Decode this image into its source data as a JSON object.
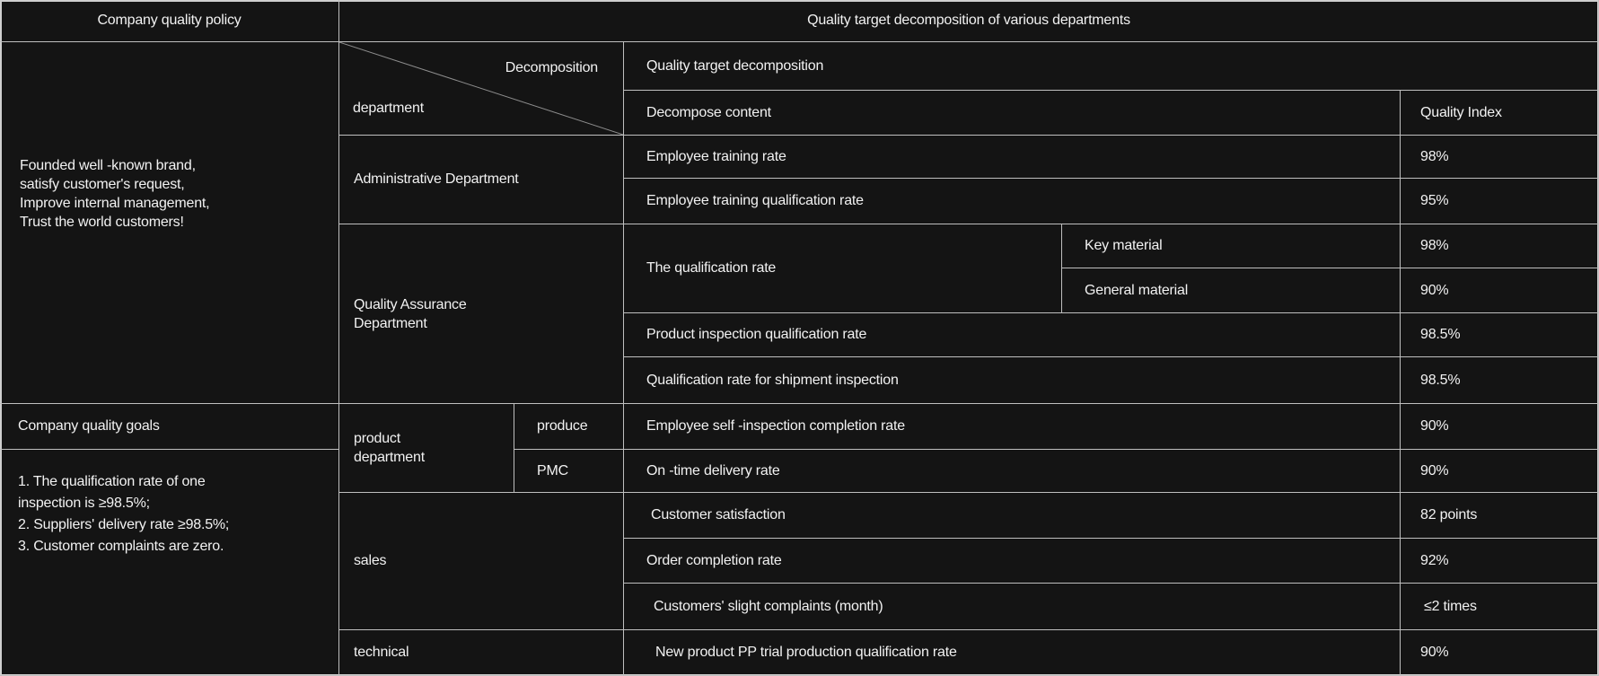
{
  "title_row": {
    "left": "Company quality policy",
    "right": "Quality target decomposition of various departments"
  },
  "left_panel": {
    "policy_text": "Founded well -known brand,\nsatisfy customer's request,\nImprove internal management,\nTrust the world customers!",
    "goals_title": "Company quality goals",
    "goals_text": "1. The qualification rate of one\ninspection is ≥98.5%;\n2. Suppliers' delivery rate ≥98.5%;\n3. Customer complaints are zero."
  },
  "matrix": {
    "corner": {
      "top": "Decomposition",
      "bottom": "department"
    },
    "headers": {
      "group": "Quality target decomposition",
      "content": "Decompose content",
      "index": "Quality Index"
    },
    "departments": [
      {
        "name": "Administrative Department",
        "rows": [
          {
            "content": "Employee training rate",
            "index": "98%"
          },
          {
            "content": "Employee training qualification rate",
            "index": "95%"
          }
        ]
      },
      {
        "name": "Quality Assurance\nDepartment",
        "rows": [
          {
            "content": "The qualification rate",
            "sub_rows": [
              {
                "label": "Key material",
                "index": "98%"
              },
              {
                "label": "General material",
                "index": "90%"
              }
            ]
          },
          {
            "content": "Product inspection qualification rate",
            "index": "98.5%"
          },
          {
            "content": "Qualification rate for shipment inspection",
            "index": "98.5%"
          }
        ]
      },
      {
        "name": "product\ndepartment",
        "rows": [
          {
            "team": "produce",
            "content": "Employee self -inspection completion rate",
            "index": "90%"
          },
          {
            "team": "PMC",
            "content": "On -time delivery rate",
            "index": "90%"
          }
        ]
      },
      {
        "name": "sales",
        "rows": [
          {
            "content": "Customer satisfaction",
            "index": "82 points"
          },
          {
            "content": "Order completion rate",
            "index": "92%"
          },
          {
            "content": "Customers' slight complaints (month)",
            "index": "≤2 times"
          }
        ]
      },
      {
        "name": "technical",
        "rows": [
          {
            "content": "New product PP trial production qualification rate",
            "index": "90%"
          }
        ]
      }
    ]
  },
  "colors": {
    "background": "#141414",
    "grid_line": "#bfbfbf",
    "text": "#f2f2f2"
  }
}
